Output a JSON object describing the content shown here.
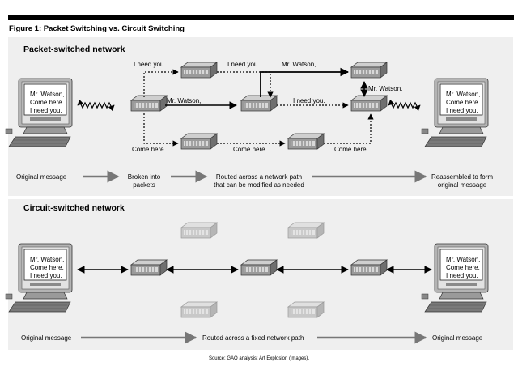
{
  "figure_title": "Figure 1: Packet Switching vs. Circuit Switching",
  "packet": {
    "title": "Packet-switched network",
    "screen_lines": [
      "Mr. Watson,",
      "Come here.",
      "I need you."
    ],
    "packet_labels": {
      "i_need_you_left": "I need you.",
      "i_need_you_top": "I need you.",
      "mr_watson_top": "Mr. Watson,",
      "mr_watson_middle": "Mr. Watson,",
      "i_need_you_middle": "I need you.",
      "mr_watson_right": "Mr. Watson,",
      "come_here_left": "Come here.",
      "come_here_middle": "Come here.",
      "come_here_right": "Come here."
    },
    "flow": {
      "step1": "Original message",
      "step2_line1": "Broken into",
      "step2_line2": "packets",
      "step3_line1": "Routed across a network path",
      "step3_line2": "that can be modified as needed",
      "step4_line1": "Reassembled to form",
      "step4_line2": "original message"
    }
  },
  "circuit": {
    "title": "Circuit-switched network",
    "screen_lines": [
      "Mr. Watson,",
      "Come here.",
      "I need you."
    ],
    "flow": {
      "step1": "Original message",
      "step2": "Routed across a fixed network path",
      "step3": "Original message"
    }
  },
  "source": "Source: GAO analysis; Art Explosion (images)."
}
